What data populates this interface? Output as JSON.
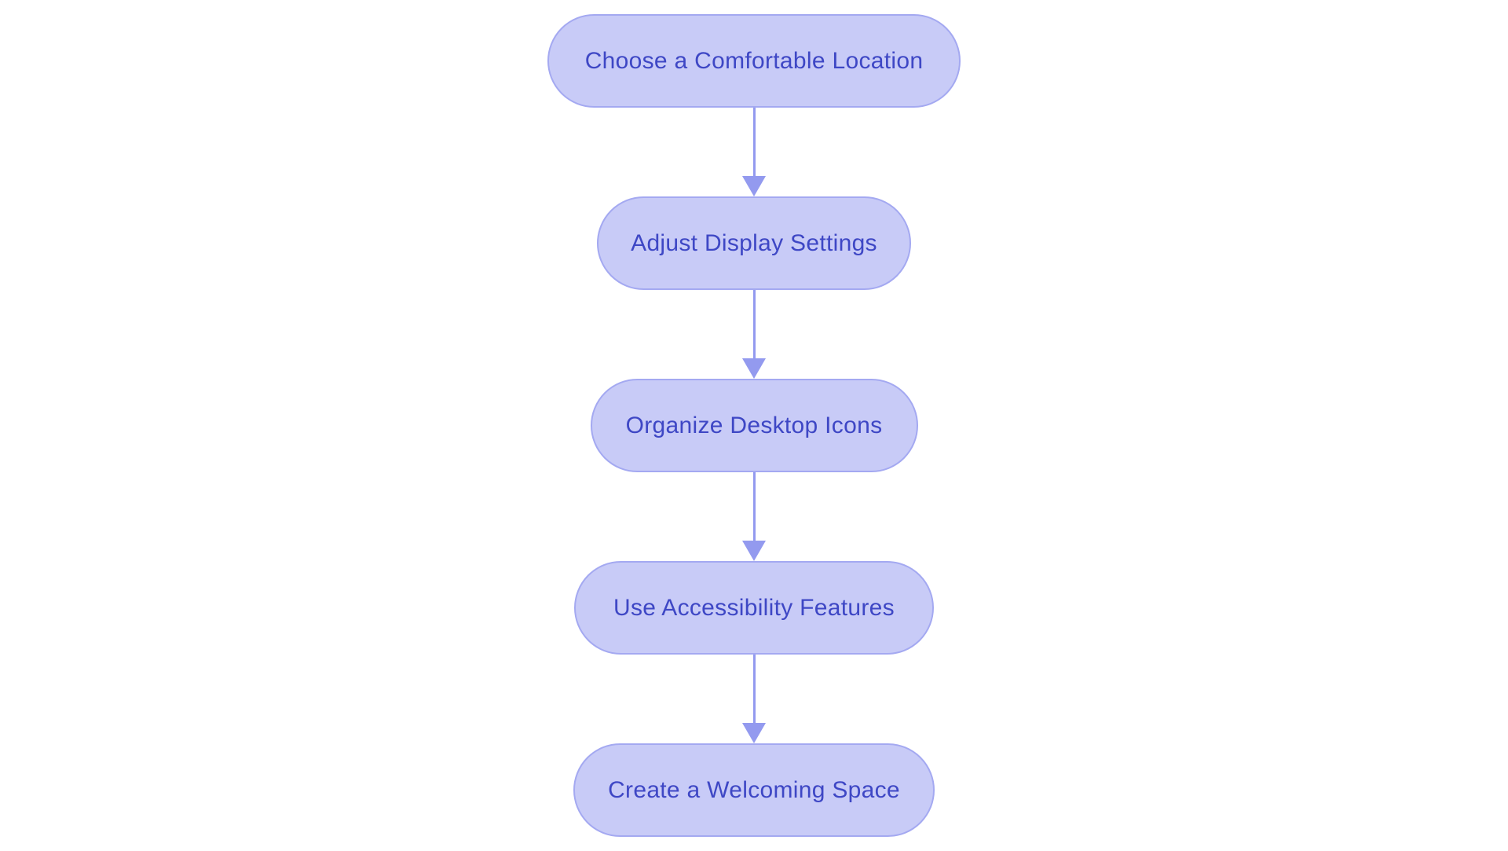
{
  "diagram": {
    "type": "flowchart",
    "direction": "top-down",
    "colors": {
      "background": "#ffffff",
      "node_fill": "#c8cbf7",
      "node_border": "#a4a9f1",
      "node_text": "#3e47c5",
      "arrow": "#939aef"
    },
    "nodes": [
      {
        "label": "Choose a Comfortable Location"
      },
      {
        "label": "Adjust Display Settings"
      },
      {
        "label": "Organize Desktop Icons"
      },
      {
        "label": "Use Accessibility Features"
      },
      {
        "label": "Create a Welcoming Space"
      }
    ],
    "edges": [
      {
        "from": "Choose a Comfortable Location",
        "to": "Adjust Display Settings"
      },
      {
        "from": "Adjust Display Settings",
        "to": "Organize Desktop Icons"
      },
      {
        "from": "Organize Desktop Icons",
        "to": "Use Accessibility Features"
      },
      {
        "from": "Use Accessibility Features",
        "to": "Create a Welcoming Space"
      }
    ]
  }
}
